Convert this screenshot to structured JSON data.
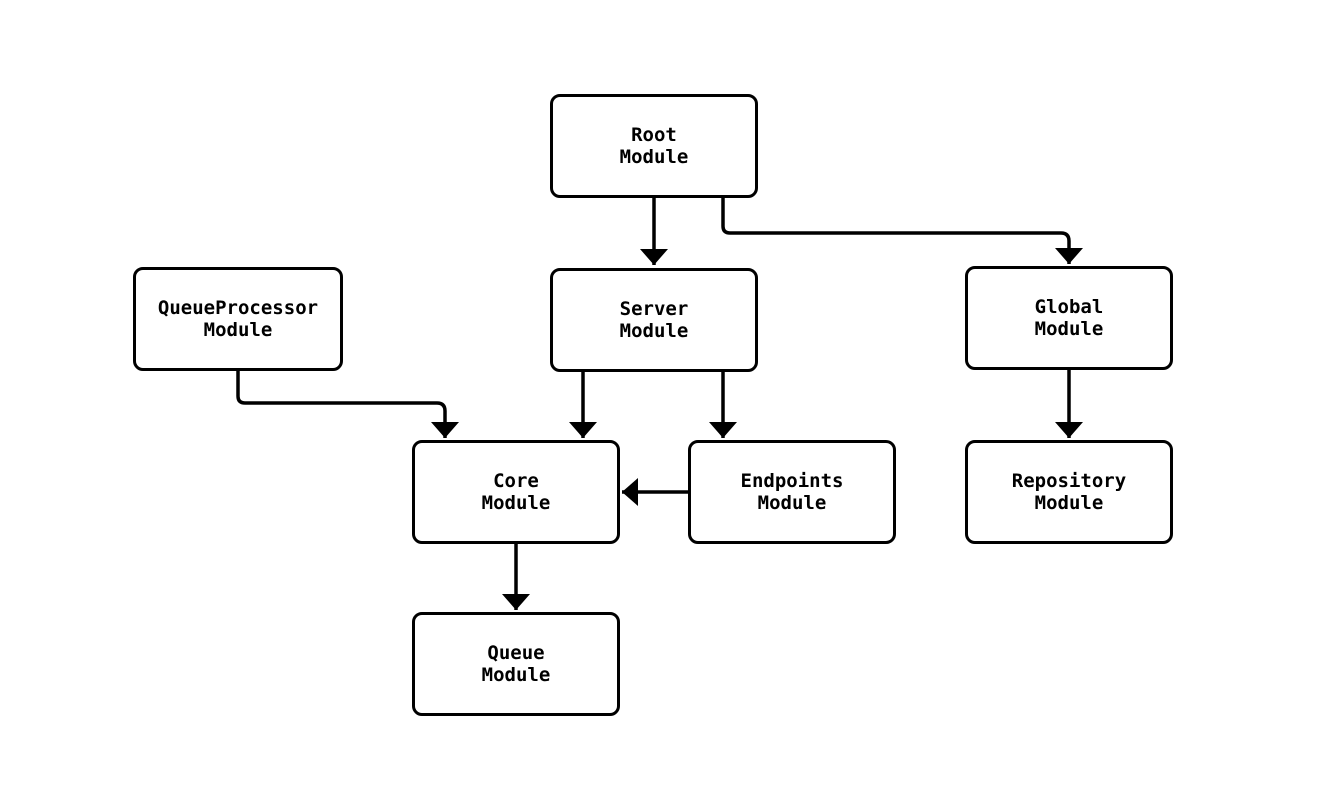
{
  "diagram": {
    "type": "flowchart",
    "background_color": "#ffffff",
    "node_fill_color": "#ffffff",
    "node_border_color": "#000000",
    "edge_color": "#000000",
    "nodes": {
      "root": {
        "label": "Root\nModule"
      },
      "server": {
        "label": "Server\nModule"
      },
      "queueprocessor": {
        "label": "QueueProcessor\nModule"
      },
      "global": {
        "label": "Global\nModule"
      },
      "core": {
        "label": "Core\nModule"
      },
      "endpoints": {
        "label": "Endpoints\nModule"
      },
      "repository": {
        "label": "Repository\nModule"
      },
      "queue": {
        "label": "Queue\nModule"
      }
    },
    "edges": [
      {
        "from": "Root Module",
        "to": "Server Module"
      },
      {
        "from": "Root Module",
        "to": "Global Module"
      },
      {
        "from": "QueueProcessor Module",
        "to": "Core Module"
      },
      {
        "from": "Server Module",
        "to": "Core Module"
      },
      {
        "from": "Server Module",
        "to": "Endpoints Module"
      },
      {
        "from": "Endpoints Module",
        "to": "Core Module"
      },
      {
        "from": "Core Module",
        "to": "Queue Module"
      },
      {
        "from": "Global Module",
        "to": "Repository Module"
      }
    ]
  }
}
